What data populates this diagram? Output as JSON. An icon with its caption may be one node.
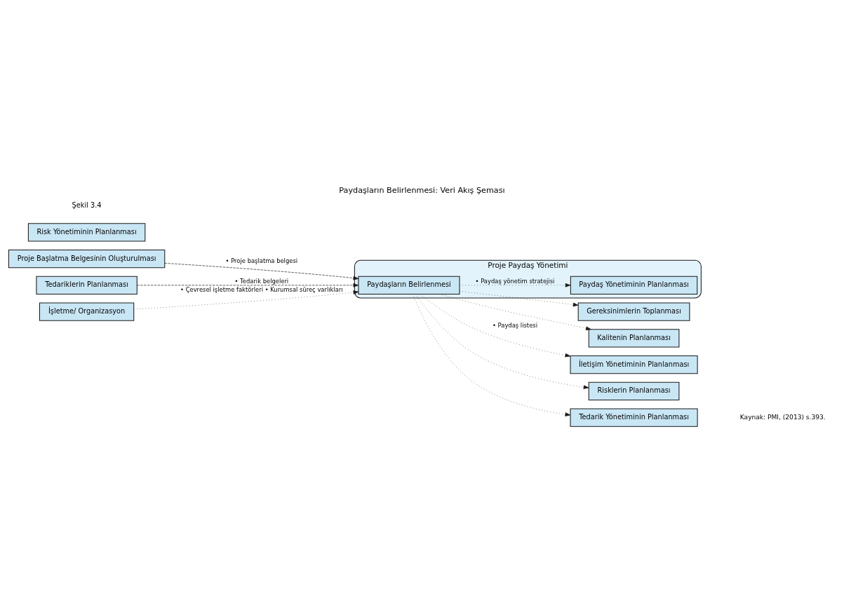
{
  "diagram": {
    "title": "Paydaşların Belirlenmesi: Veri Akış Şeması",
    "caption": "Kaynak: PMI, (2013) s.393.",
    "nodes": [
      {
        "text": [
          "Proje Başlatma Belgesinin Oluşturulması"
        ]
      },
      {
        "text": [
          "Tedariklerin Planlanması"
        ]
      },
      {
        "text": [
          "İşletme/ Organizasyon"
        ]
      },
      {
        "text": [
          "Proje Paydaş Yönetimi"
        ]
      },
      {
        "text": [
          "Paydaşların Belirlenmesi"
        ],
        "in": 3
      },
      {
        "text": [
          "Paydaş Yönetiminin Planlanması"
        ],
        "in": 3
      },
      {
        "text": [
          "Gereksinimlerin Toplanması"
        ]
      },
      {
        "text": [
          "Kalitenin Planlanması"
        ]
      },
      {
        "text": [
          "İletişim Yönetiminin Planlanması"
        ]
      },
      {
        "text": [
          "Risk Yönetiminin Planlanması"
        ]
      },
      {
        "text": [
          "Risklerin Planlanması"
        ]
      },
      {
        "text": [
          "Tedarik Yönetiminin Planlanması"
        ]
      }
    ],
    "edges": [
      {
        "from": 0,
        "to": 4,
        "arrow": "to",
        "style": "dashed",
        "label": "• Proje başlatma belgesi"
      },
      {
        "from": 1,
        "to": 4,
        "arrow": "to",
        "style": "dashed",
        "label": "• Tedarik belgeleri"
      },
      {
        "from": 2,
        "to": 4,
        "arrow": "to",
        "label": "• Çevresel işletme faktörleri • Kurumsal süreç varlıkları"
      },
      {
        "from": 4,
        "to": 5,
        "arrow": "to",
        "label": "• Paydaş yönetim stratejisi"
      },
      {
        "from": 4,
        "to": 6,
        "arrow": "to"
      },
      {
        "from": 4,
        "to": 7,
        "arrow": "to"
      },
      {
        "from": 4,
        "to": 8,
        "arrow": "to",
        "label": "• Paydaş listesi"
      },
      {
        "from": 4,
        "to": 10,
        "arrow": "to"
      },
      {
        "from": 4,
        "to": 11,
        "arrow": "to"
      }
    ],
    "labels": [
      "Şekil 3.4"
    ]
  }
}
